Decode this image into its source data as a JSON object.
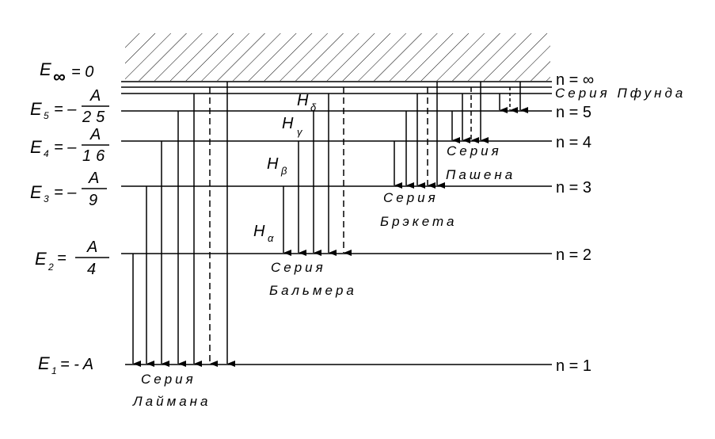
{
  "diagram": {
    "energy_labels": {
      "e_inf": {
        "E": "E",
        "sub": "∞",
        "rest": "= 0"
      },
      "e5": {
        "E": "E",
        "sub": "5",
        "eq": "= –",
        "num": "A",
        "den": "25"
      },
      "e4": {
        "E": "E",
        "sub": "4",
        "eq": "= –",
        "num": "A",
        "den": "16"
      },
      "e3": {
        "E": "E",
        "sub": "3",
        "eq": "= –",
        "num": "A",
        "den": "9"
      },
      "e2": {
        "E": "E",
        "sub": "2",
        "eq": "=",
        "num": "A",
        "den": "4"
      },
      "e1": {
        "E": "E",
        "sub": "1",
        "rest": "= - A"
      }
    },
    "level_labels": {
      "n_inf": "n = ∞",
      "n5": "n = 5",
      "n4": "n = 4",
      "n3": "n = 3",
      "n2": "n = 2",
      "n1": "n = 1"
    },
    "series": {
      "lyman_1": "Серия",
      "lyman_2": "Лаймана",
      "balmer_1": "Серия",
      "balmer_2": "Бальмера",
      "brackett_1": "Серия",
      "brackett_2": "Брэкета",
      "paschen_1": "Серия",
      "paschen_2": "Пашена",
      "pfund": "Серия Пфунда"
    },
    "balmer_lines": {
      "h_alpha": {
        "H": "H",
        "sub": "α"
      },
      "h_beta": {
        "H": "H",
        "sub": "β"
      },
      "h_gamma": {
        "H": "H",
        "sub": "γ"
      },
      "h_delta": {
        "H": "H",
        "sub": "δ"
      }
    }
  }
}
